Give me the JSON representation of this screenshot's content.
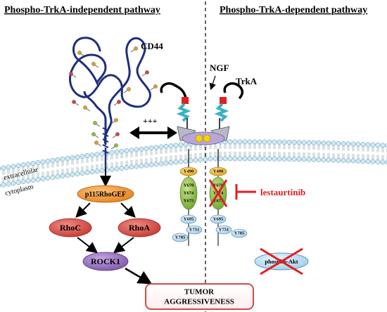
{
  "headers": {
    "left": "Phospho-TrkA-independent pathway",
    "right": "Phospho-TrkA-dependent pathway"
  },
  "labels": {
    "cd44": "CD44",
    "ngf": "NGF",
    "trka": "TrkA",
    "plus": "+++",
    "extracellular": "extracellular",
    "cytoplasm": "cytoplasm",
    "inhibitor": "lestaurtinib"
  },
  "nodes": {
    "p115": "p115RhoGEF",
    "rhoc": "RhoC",
    "rhoa": "RhoA",
    "rock1": "ROCK1",
    "akt": "phospho-Akt",
    "tumor_line1": "TUMOR",
    "tumor_line2": "AGGRESSIVENESS"
  },
  "residues": {
    "y490": "Y490",
    "y670": "Y670",
    "y674": "Y674",
    "y675": "Y675",
    "y695": "Y695",
    "y751": "Y751",
    "y785": "Y785"
  },
  "colors": {
    "cd44_blue": "#1f2f7a",
    "red_node": "#d6443e",
    "p115_orange": "#f28c28",
    "rock_purple": "#8a5fb3",
    "green_node": "#8cbf3f",
    "light_blue": "#b8ddf2",
    "inhibitor_red": "#e31e24",
    "tumor_border": "#d24b45",
    "membrane_head": "#cfe9f5"
  }
}
